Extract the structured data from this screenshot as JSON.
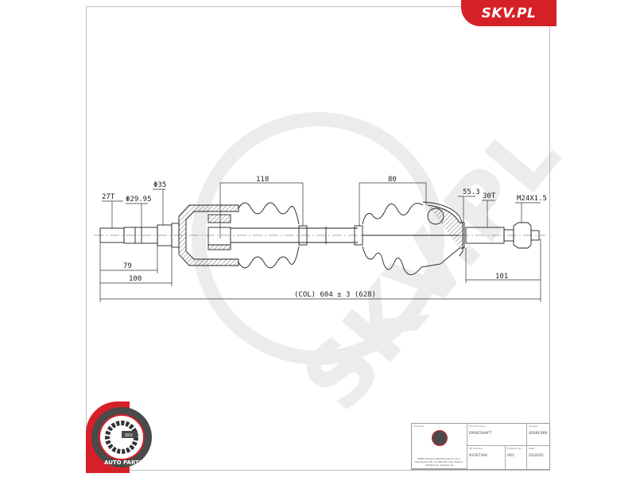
{
  "brand": {
    "label": "SKV.PL",
    "color": "#d62027"
  },
  "drawing": {
    "dimensions": {
      "spline_left": "27T",
      "diameter_1": "Φ29.95",
      "diameter_2": "Φ35",
      "len_79": "79",
      "len_100": "100",
      "inner_joint": "118",
      "outer_boot": "80",
      "outer_dia": "55.3",
      "spline_right": "30T",
      "thread": "M24X1.5",
      "len_101": "101",
      "total_length": "(COL) 604 ± 3 (628)"
    }
  },
  "stamp": {
    "top_text": "AFTERMARKET PRICE · OE QUALITY",
    "bottom_text": "AUTO PARTS",
    "center": "SKV"
  },
  "title_block": {
    "producer_label": "Producer",
    "producer_address": "ESEN Wojciech Wielicki-Jasnik S.K.A. Poprzeczna 46, 51-000 Wrocław, Poland, info@skv.pl, www.skv.pl",
    "product_name_label": "Product name",
    "product_name": "DRIVESHAFT",
    "symbol_label": "Symbol",
    "symbol": "40SKV369",
    "oe_number_label": "OE Number",
    "oe_number": "9316730A",
    "diagram_no_label": "Diagram No.",
    "diagram_no": "001",
    "date_label": "Date",
    "date": "03/2025"
  }
}
